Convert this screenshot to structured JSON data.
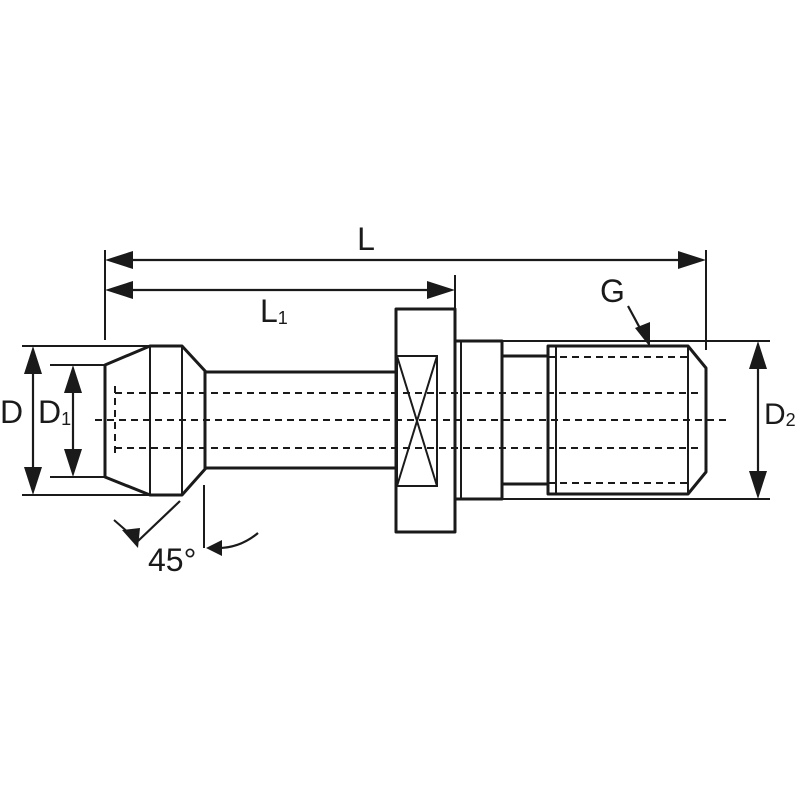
{
  "drawing": {
    "labels": {
      "overall_length": "L",
      "length_1": "L",
      "length_1_sub": "1",
      "thread": "G",
      "diameter": "D",
      "diameter_1": "D",
      "diameter_1_sub": "1",
      "diameter_2": "D",
      "diameter_2_sub": "2",
      "angle": "45°"
    }
  }
}
